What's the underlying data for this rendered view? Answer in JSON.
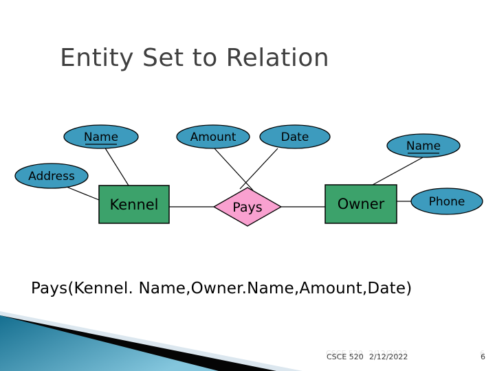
{
  "slide": {
    "title": "Entity Set to Relation"
  },
  "diagram": {
    "entities": {
      "kennel_label": "Kennel",
      "owner_label": "Owner"
    },
    "relationship": {
      "pays_label": "Pays"
    },
    "attributes": {
      "kennel_name_label": "Name",
      "kennel_address_label": "Address",
      "pays_amount_label": "Amount",
      "pays_date_label": "Date",
      "owner_name_label": "Name",
      "owner_phone_label": "Phone"
    },
    "colors": {
      "attribute_fill": "#3D9BBE",
      "entity_fill": "#3CA26B",
      "relationship_fill": "#F9A1D0",
      "outline": "#000000",
      "title_color": "#3F3F3F"
    }
  },
  "relation_text": "Pays(Kennel. Name,Owner.Name,Amount,Date)",
  "footer": {
    "course": "CSCE 520",
    "date": "2/12/2022",
    "slide_number": "6"
  }
}
